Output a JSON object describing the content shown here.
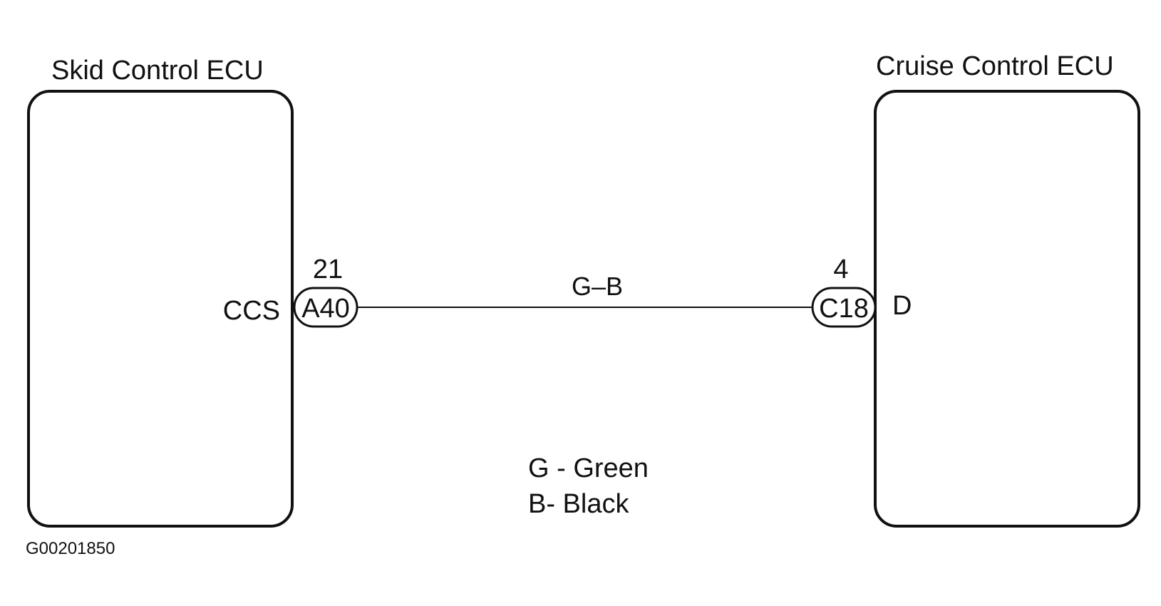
{
  "left_ecu": {
    "title": "Skid Control ECU",
    "terminal": "CCS",
    "connector": "A40",
    "pin": "21"
  },
  "right_ecu": {
    "title": "Cruise Control ECU",
    "terminal": "D",
    "connector": "C18",
    "pin": "4"
  },
  "wire": {
    "color_code": "G–B"
  },
  "legend": {
    "green": "G - Green",
    "black": "B- Black"
  },
  "figure_id": "G00201850"
}
